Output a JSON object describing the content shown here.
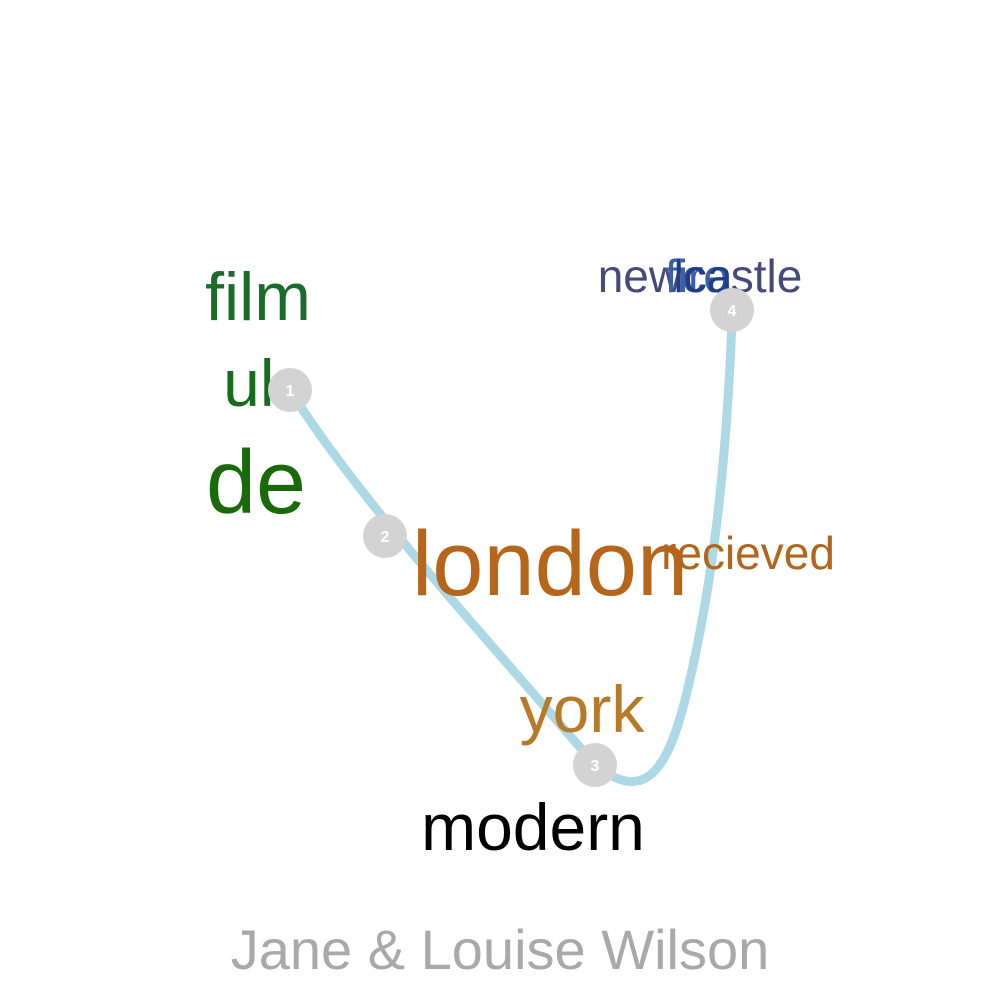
{
  "caption": "Jane & Louise Wilson",
  "path_color": "#add8e6",
  "marker_color": "#d3d3d3",
  "caption_color": "#a9a9a9",
  "markers": [
    {
      "label": "1"
    },
    {
      "label": "2"
    },
    {
      "label": "3"
    },
    {
      "label": "4"
    }
  ],
  "words": [
    {
      "text": "film",
      "color": "#1b6b2a"
    },
    {
      "text": "uk",
      "color": "#176b1c"
    },
    {
      "text": "de",
      "color": "#1a6a0c"
    },
    {
      "text": "london",
      "color": "#b5661a"
    },
    {
      "text": "recieved",
      "color": "#b2651c"
    },
    {
      "text": "york",
      "color": "#b77a28"
    },
    {
      "text": "modern",
      "color": "#000000"
    },
    {
      "text": "newcastle",
      "color": "#454a7a"
    },
    {
      "text": "fire",
      "color": "#3b5fa0"
    },
    {
      "text": "lca",
      "color": "#1d3c8a"
    }
  ]
}
